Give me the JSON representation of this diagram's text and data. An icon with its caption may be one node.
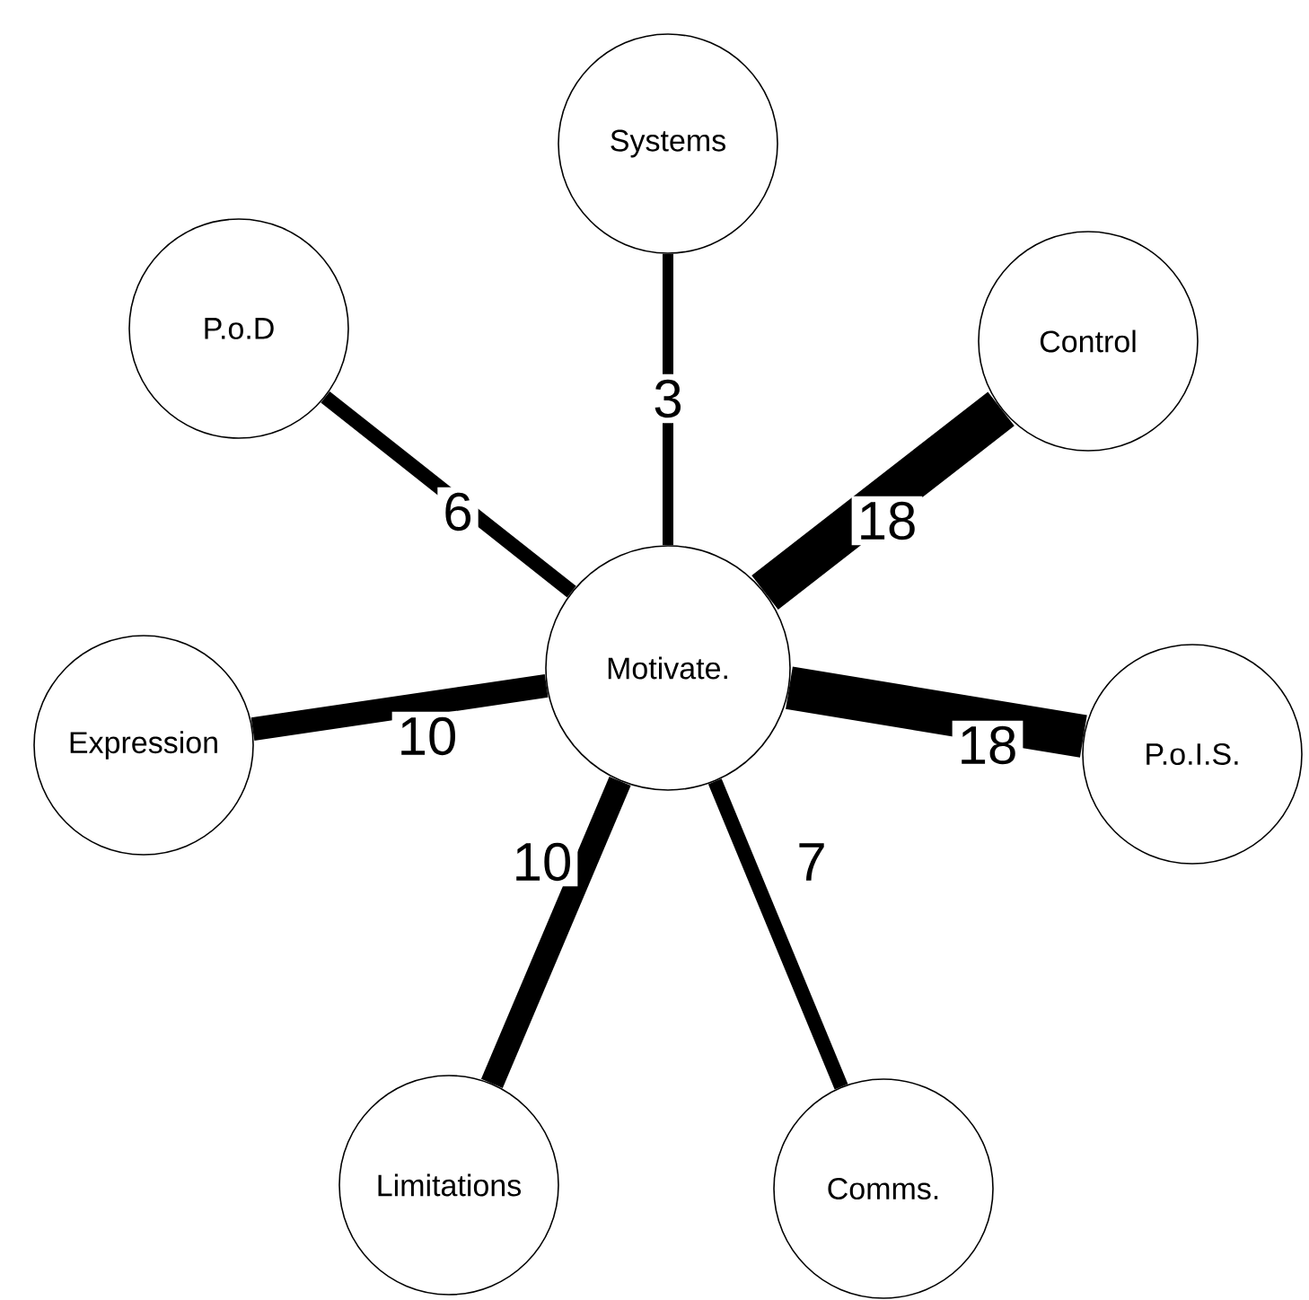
{
  "diagram": {
    "nodes": [
      {
        "text": [
          "Motivate."
        ]
      },
      {
        "text": [
          "Systems"
        ]
      },
      {
        "text": [
          "P.o.D"
        ]
      },
      {
        "text": [
          "Control"
        ]
      },
      {
        "text": [
          "Expression"
        ]
      },
      {
        "text": [
          "P.o.I.S."
        ]
      },
      {
        "text": [
          "Limitations"
        ]
      },
      {
        "text": [
          "Comms."
        ]
      }
    ],
    "edges": [
      {
        "from": 0,
        "to": 1,
        "arrow": "none",
        "label": "3"
      },
      {
        "from": 0,
        "to": 2,
        "arrow": "none",
        "label": "6"
      },
      {
        "from": 0,
        "to": 3,
        "arrow": "none",
        "label": "18",
        "style": "thick"
      },
      {
        "from": 0,
        "to": 4,
        "arrow": "none",
        "label": "10"
      },
      {
        "from": 0,
        "to": 5,
        "arrow": "none",
        "label": "18",
        "style": "thick"
      },
      {
        "from": 0,
        "to": 6,
        "arrow": "none",
        "label": "10"
      },
      {
        "from": 0,
        "to": 7,
        "arrow": "none",
        "label": "7"
      }
    ]
  }
}
